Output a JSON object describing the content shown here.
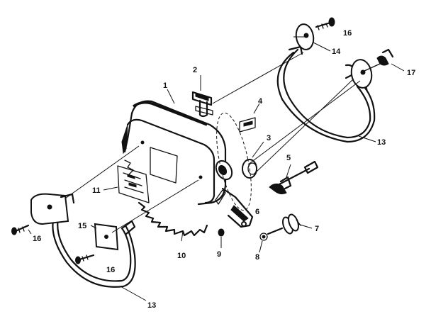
{
  "callouts": {
    "c1": "1",
    "c2": "2",
    "c3": "3",
    "c4": "4",
    "c5": "5",
    "c6": "6",
    "c7": "7",
    "c8": "8",
    "c9": "9",
    "c10": "10",
    "c11": "11",
    "c13_right": "13",
    "c13_left": "13",
    "c14": "14",
    "c15": "15",
    "c16_top": "16",
    "c16_left": "16",
    "c16_bottom": "16",
    "c17": "17"
  }
}
